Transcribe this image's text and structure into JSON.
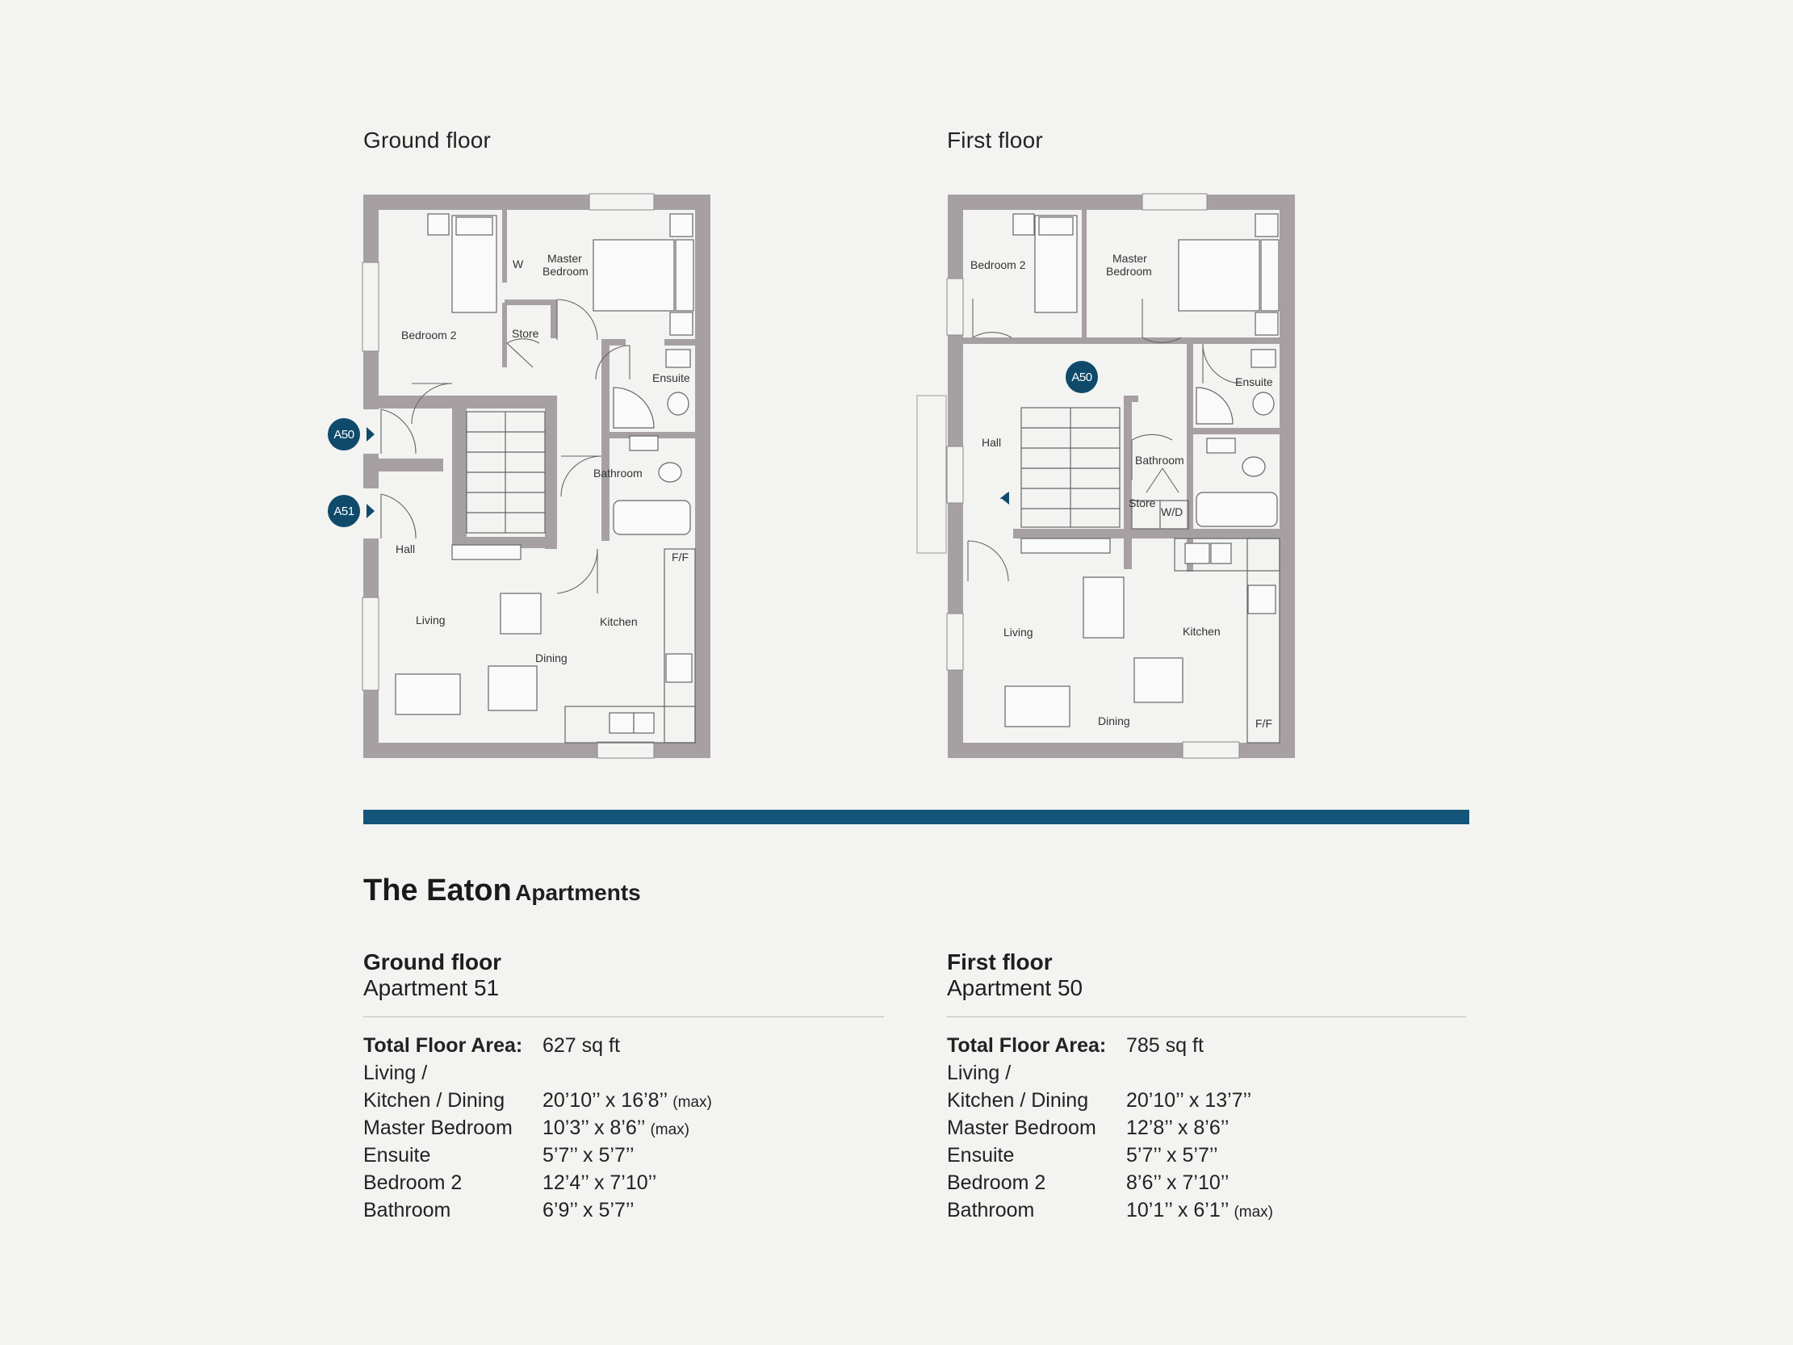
{
  "plans": {
    "ground": {
      "title": "Ground floor",
      "labels": {
        "bedroom2": "Bedroom 2",
        "master": "Master",
        "master2": "Bedroom",
        "w": "W",
        "store": "Store",
        "ensuite": "Ensuite",
        "bathroom": "Bathroom",
        "hall": "Hall",
        "living": "Living",
        "kitchen": "Kitchen",
        "dining": "Dining",
        "ff": "F/F"
      },
      "badges": [
        "A50",
        "A51"
      ]
    },
    "first": {
      "title": "First floor",
      "labels": {
        "bedroom2": "Bedroom 2",
        "master": "Master",
        "master2": "Bedroom",
        "ensuite": "Ensuite",
        "hall": "Hall",
        "bathroom": "Bathroom",
        "store": "Store",
        "wd": "W/D",
        "living": "Living",
        "kitchen": "Kitchen",
        "dining": "Dining",
        "ff": "F/F"
      },
      "badges": [
        "A50"
      ]
    }
  },
  "colors": {
    "accent": "#145478",
    "badge": "#0f4a6b",
    "wall": "#a7a0a3"
  },
  "title": {
    "name": "The Eaton",
    "sub": "Apartments"
  },
  "specs": {
    "ground": {
      "heading1": "Ground floor",
      "heading2": "Apartment 51",
      "rows": [
        {
          "label": "Total Floor Area:",
          "value": "627 sq ft",
          "note": ""
        },
        {
          "label": "Living /",
          "value": "",
          "note": ""
        },
        {
          "label": "Kitchen / Dining",
          "value": "20’10’’ x 16’8’’",
          "note": "(max)"
        },
        {
          "label": "Master Bedroom",
          "value": "10’3’’ x 8’6’’",
          "note": "(max)"
        },
        {
          "label": "Ensuite",
          "value": "5’7’’ x 5’7’’",
          "note": ""
        },
        {
          "label": "Bedroom 2",
          "value": "12’4’’ x 7’10’’",
          "note": ""
        },
        {
          "label": "Bathroom",
          "value": "6’9’’ x 5’7’’",
          "note": ""
        }
      ]
    },
    "first": {
      "heading1": "First floor",
      "heading2": "Apartment 50",
      "rows": [
        {
          "label": "Total Floor Area:",
          "value": "785 sq ft",
          "note": ""
        },
        {
          "label": "Living /",
          "value": "",
          "note": ""
        },
        {
          "label": "Kitchen / Dining",
          "value": "20’10’’ x 13’7’’",
          "note": ""
        },
        {
          "label": "Master Bedroom",
          "value": "12’8’’ x 8’6’’",
          "note": ""
        },
        {
          "label": "Ensuite",
          "value": "5’7’’ x 5’7’’",
          "note": ""
        },
        {
          "label": "Bedroom 2",
          "value": "8’6’’ x 7’10’’",
          "note": ""
        },
        {
          "label": "Bathroom",
          "value": "10’1’’ x 6’1’’",
          "note": "(max)"
        }
      ]
    }
  }
}
